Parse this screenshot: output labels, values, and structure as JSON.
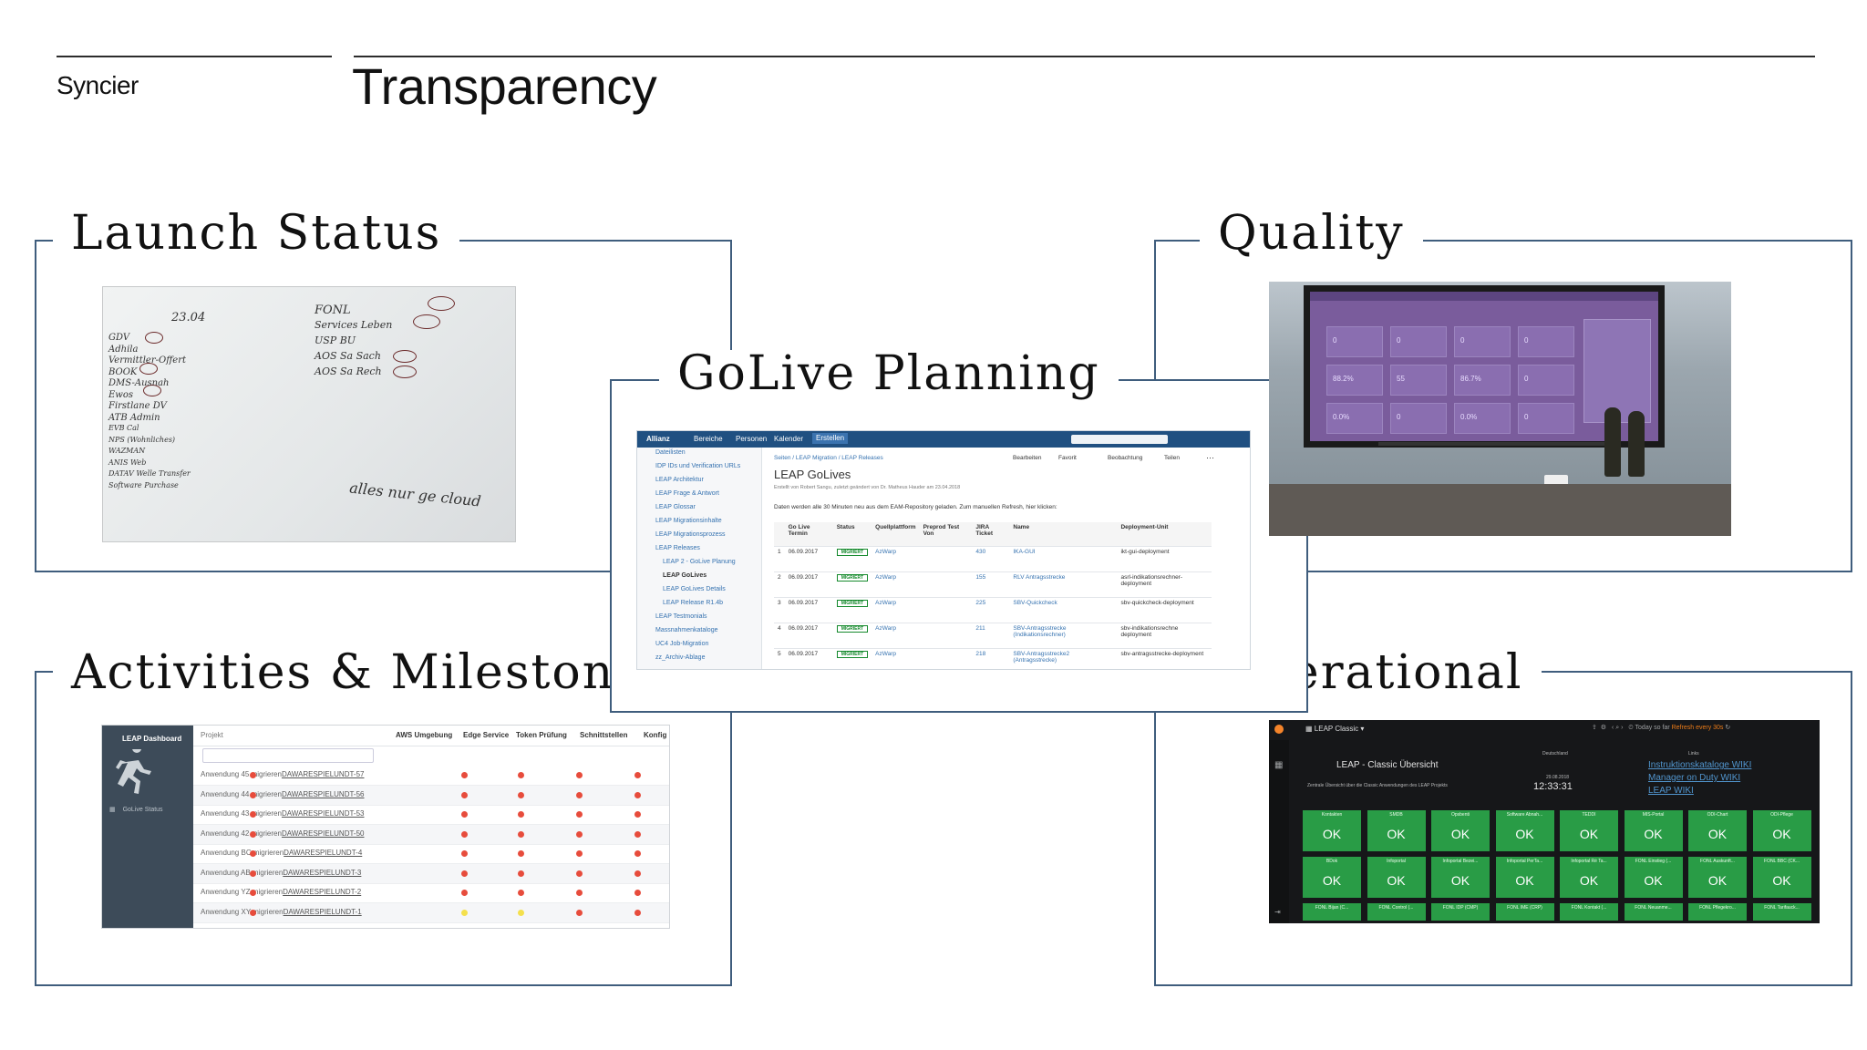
{
  "brand": "Syncier",
  "page_title": "Transparency",
  "panels": {
    "launch_status": "Launch Status",
    "golive_planning": "GoLive Planning",
    "quality": "Quality",
    "activities": "Activities & Milestones",
    "operational": "Operational"
  },
  "whiteboard": {
    "date": "23.04",
    "left_lines": [
      "GDV",
      "Adhila",
      "Vermittler-Offert",
      "BOOK",
      "DMS-Ausnah",
      "Ewos",
      "Firstlane DV",
      "ATB Admin",
      "EVB Cal",
      "NPS (Wohnliches)",
      "WAZMAN",
      "ANIS Web",
      "DATAV Welle Transfer",
      "Software Purchase"
    ],
    "right_lines": [
      "FONL",
      "Services Leben",
      "USP BU",
      "AOS Sa Sach",
      "AOS Sa Rech"
    ],
    "note": "alles nur ge cloud"
  },
  "confluence": {
    "nav": [
      "Bereiche",
      "Personen",
      "Kalender",
      "Erstellen"
    ],
    "logo": "Allianz",
    "side_items": [
      "Dateilisten",
      "IDP IDs und Verification URLs",
      "LEAP Architektur",
      "LEAP Frage & Antwort",
      "LEAP Glossar",
      "LEAP Migrationsinhalte",
      "LEAP Migrationsprozess",
      "LEAP Releases",
      "LEAP 2 - GoLive Planung",
      "LEAP GoLives",
      "LEAP GoLives Details",
      "LEAP Release R1.4b",
      "LEAP Testmonials",
      "Massnahmenkataloge",
      "UC4 Job-Migration",
      "zz_Archiv-Ablage"
    ],
    "breadcrumb": "Seiten / LEAP Migration / LEAP Releases",
    "actions": [
      "Bearbeiten",
      "Favorit",
      "Beobachtung",
      "Teilen"
    ],
    "title": "LEAP GoLives",
    "byline": "Erstellt von Robert Sangu, zuletzt geändert von Dr. Matheus Hauder am 23.04.2018",
    "note": "Daten werden alle 30 Minuten neu aus dem EAM-Repository geladen. Zum manuellen Refresh, hier klicken:",
    "headers": [
      "",
      "Go Live Termin",
      "Status",
      "Quellplattform",
      "Preprod Test Von",
      "JIRA Ticket",
      "Name",
      "Deployment-Unit"
    ],
    "rows": [
      [
        "1",
        "06.09.2017",
        "MIGRIERT",
        "AzWarp",
        "",
        "430",
        "IKA-GUI",
        "ikt-gui-deployment"
      ],
      [
        "2",
        "06.09.2017",
        "MIGRIERT",
        "AzWarp",
        "",
        "155",
        "RLV Antragsstrecke",
        "asrl-indikationsrechner-deployment"
      ],
      [
        "3",
        "06.09.2017",
        "MIGRIERT",
        "AzWarp",
        "",
        "225",
        "SBV-Quickcheck",
        "sbv-quickcheck-deployment"
      ],
      [
        "4",
        "06.09.2017",
        "MIGRIERT",
        "AzWarp",
        "",
        "211",
        "SBV-Antragsstrecke (Indikationsrechner)",
        "sbv-indikationsrechne deployment"
      ],
      [
        "5",
        "06.09.2017",
        "MIGRIERT",
        "AzWarp",
        "",
        "218",
        "SBV-Antragsstrecke2 (Antragsstrecke)",
        "sbv-antragsstrecke-deployment"
      ]
    ]
  },
  "quality_screen": {
    "values": [
      "0",
      "0",
      "0",
      "0",
      "88.2%",
      "55",
      "86.7%",
      "0",
      "0.0%",
      "0",
      "0.0%",
      "0"
    ]
  },
  "dashboard": {
    "title": "LEAP Dashboard",
    "nav_item": "GoLive Status",
    "headers": [
      "Projekt",
      "AWS Umgebung",
      "Edge Service",
      "Token Prüfung",
      "Schnittstellen",
      "Konfig"
    ],
    "rows": [
      {
        "name": "Anwendung 45 migrieren",
        "link": "DAWARESPIELUNDT-57",
        "dots": [
          "r",
          "r",
          "r",
          "r",
          "r"
        ]
      },
      {
        "name": "Anwendung 44 migrieren",
        "link": "DAWARESPIELUNDT-56",
        "dots": [
          "r",
          "r",
          "r",
          "r",
          "r"
        ]
      },
      {
        "name": "Anwendung 43 migrieren",
        "link": "DAWARESPIELUNDT-53",
        "dots": [
          "r",
          "r",
          "r",
          "r",
          "r"
        ]
      },
      {
        "name": "Anwendung 42 migrieren",
        "link": "DAWARESPIELUNDT-50",
        "dots": [
          "r",
          "r",
          "r",
          "r",
          "r"
        ]
      },
      {
        "name": "Anwendung BC migrieren",
        "link": "DAWARESPIELUNDT-4",
        "dots": [
          "r",
          "r",
          "r",
          "r",
          "r"
        ]
      },
      {
        "name": "Anwendung AB migrieren",
        "link": "DAWARESPIELUNDT-3",
        "dots": [
          "r",
          "r",
          "r",
          "r",
          "r"
        ]
      },
      {
        "name": "Anwendung YZ migrieren",
        "link": "DAWARESPIELUNDT-2",
        "dots": [
          "r",
          "r",
          "r",
          "r",
          "r"
        ]
      },
      {
        "name": "Anwendung XY migrieren",
        "link": "DAWARESPIELUNDT-1",
        "dots": [
          "r",
          "y",
          "y",
          "r",
          "r"
        ]
      }
    ]
  },
  "grafana": {
    "breadcrumb": "LEAP Classic",
    "timebar": "Today so far",
    "refresh": "Refresh every 30s",
    "heading": "LEAP - Classic Übersicht",
    "subtext": "Zentrale Übersicht über die Classic Anwendungen des LEAP Projekts",
    "clock_label": "Deutschland",
    "date": "29.08.2018",
    "time": "12:33:31",
    "links_label": "Links",
    "links": [
      "Instruktionskataloge WIKI",
      "Manager on Duty WIKI",
      "LEAP WIKI"
    ],
    "row1": [
      "Kontakten",
      "SMDB",
      "Opsbenti",
      "Software Abnah...",
      "TEDDI",
      "MIS-Portal",
      "ODI-Chart",
      "ODI-Pflege"
    ],
    "row2": [
      "BDok",
      "Infoportal",
      "Infoportal Bezei...",
      "Infoportal PerTa...",
      "Infoportal Ré Ta...",
      "FONL Einstieg (...",
      "FONL Auskunft...",
      "FONL BBC (CK..."
    ],
    "row3": [
      "FONL Bijan (C...",
      "FONL Control (...",
      "FONL IDP (CMP)",
      "FONL IME (CRP)",
      "FONL Kontakt (...",
      "FONL Neuanme...",
      "FONL Pflegekro...",
      "FONL Tarifauck..."
    ],
    "ok": "OK"
  }
}
